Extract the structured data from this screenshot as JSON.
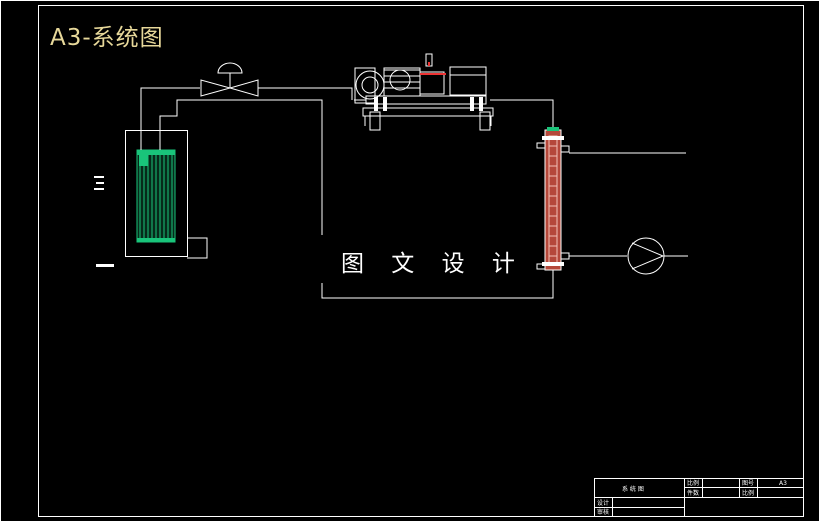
{
  "title": "A3-系统图",
  "watermark": "图 文 设 计",
  "colors": {
    "background": "#000000",
    "line": "#ffffff",
    "title_text": "#e7d89a",
    "evaporator_fill": "#19c47a",
    "condenser_body": "#b5483a",
    "condenser_inner": "#f2c0b6"
  },
  "title_block": {
    "drawing_name": "系  统  图",
    "row1_labels": [
      "设计",
      "审核"
    ],
    "mid_labels": [
      "比例",
      "件数"
    ],
    "right_labels": [
      "图号",
      "比例"
    ],
    "sheet": "A3"
  },
  "icons": [
    "valve-icon",
    "chiller-unit-icon",
    "evaporator-tank-icon",
    "shell-tube-condenser-icon",
    "pump-icon"
  ]
}
